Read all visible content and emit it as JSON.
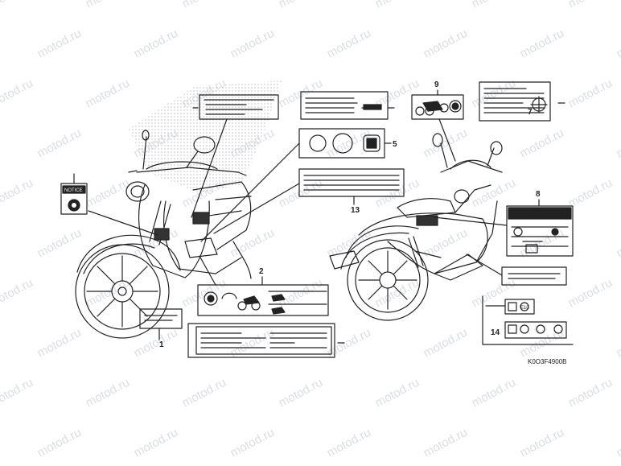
{
  "watermark_text": "motod.ru",
  "diagram_code": "K0O3F4900B",
  "callouts": [
    "1",
    "2",
    "5",
    "7",
    "8",
    "9",
    "13",
    "14"
  ],
  "notice_label_text": "NOTICE",
  "icon_label_text": "E10",
  "colors": {
    "line": "#222222",
    "watermark": "#d9dfe6",
    "shade": "#bcbcbc"
  }
}
